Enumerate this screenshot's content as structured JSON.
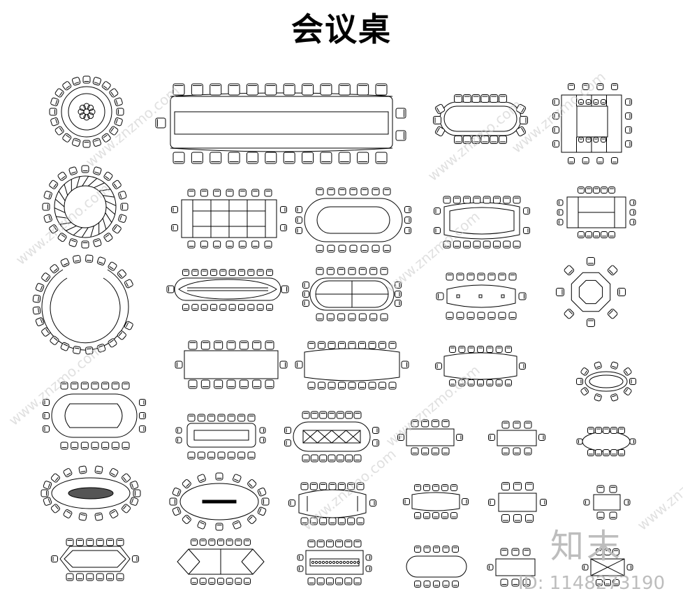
{
  "page": {
    "title": "会议桌"
  },
  "watermark": {
    "logo_text": "知末",
    "id_text": "ID: 1148273190",
    "diagonal_text": "www.znzmo.com"
  },
  "colors": {
    "line": "#000000",
    "watermark": "#c8c8c8",
    "background": "#ffffff"
  },
  "icons": [
    "chair-icon",
    "conference-table-icon"
  ]
}
